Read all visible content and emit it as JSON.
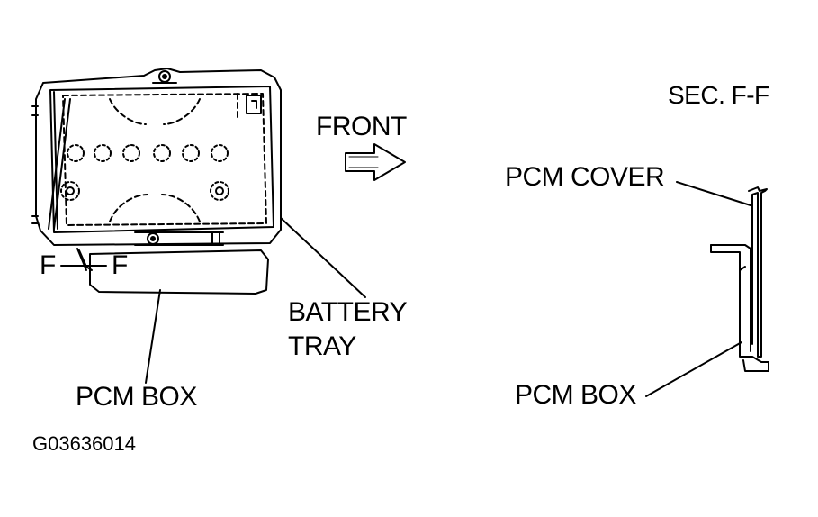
{
  "labels": {
    "front": "FRONT",
    "section_title": "SEC. F-F",
    "pcm_cover": "PCM COVER",
    "pcm_box_left": "PCM BOX",
    "pcm_box_right": "PCM BOX",
    "battery_tray_line1": "BATTERY",
    "battery_tray_line2": "TRAY",
    "section_marker_left": "F",
    "section_marker_right": "F",
    "figure_id": "G03636014"
  },
  "colors": {
    "line": "#000000",
    "background": "#ffffff"
  }
}
